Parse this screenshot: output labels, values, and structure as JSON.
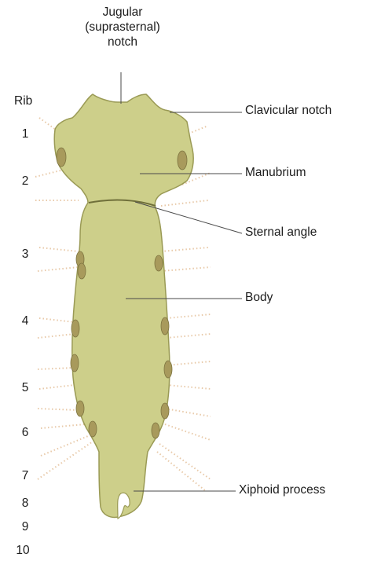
{
  "diagram": {
    "top_label": [
      "Jugular",
      "(suprasternal)",
      "notch"
    ],
    "rib_heading": "Rib",
    "rib_numbers": [
      "1",
      "2",
      "3",
      "4",
      "5",
      "6",
      "7",
      "8",
      "9",
      "10"
    ],
    "labels": {
      "clavicular_notch": "Clavicular notch",
      "manubrium": "Manubrium",
      "sternal_angle": "Sternal angle",
      "body": "Body",
      "xiphoid_process": "Xiphoid process"
    },
    "colors": {
      "bone_fill": "#cdcf8a",
      "bone_outline": "#9a9a55",
      "costal_notch": "#a89a5c",
      "leader_line": "#4a4a4a",
      "rib_dots": "#e8c9a8"
    }
  }
}
